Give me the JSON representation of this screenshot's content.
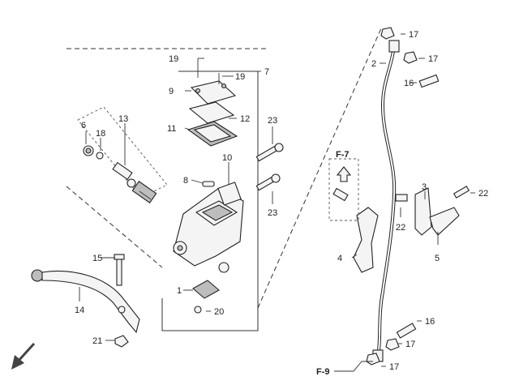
{
  "diagram": {
    "callouts": {
      "c1": "1",
      "c2": "2",
      "c3": "3",
      "c4": "4",
      "c5": "5",
      "c6": "6",
      "c7": "7",
      "c8": "8",
      "c9": "9",
      "c10": "10",
      "c11": "11",
      "c12": "12",
      "c13": "13",
      "c14": "14",
      "c15": "15",
      "c16a": "16",
      "c16b": "16",
      "c17a": "17",
      "c17b": "17",
      "c17c": "17",
      "c17d": "17",
      "c18": "18",
      "c19a": "19",
      "c19b": "19",
      "c20": "20",
      "c21": "21",
      "c22a": "22",
      "c22b": "22",
      "c23a": "23",
      "c23b": "23"
    },
    "references": {
      "f7": "F-7",
      "f9": "F-9"
    }
  }
}
